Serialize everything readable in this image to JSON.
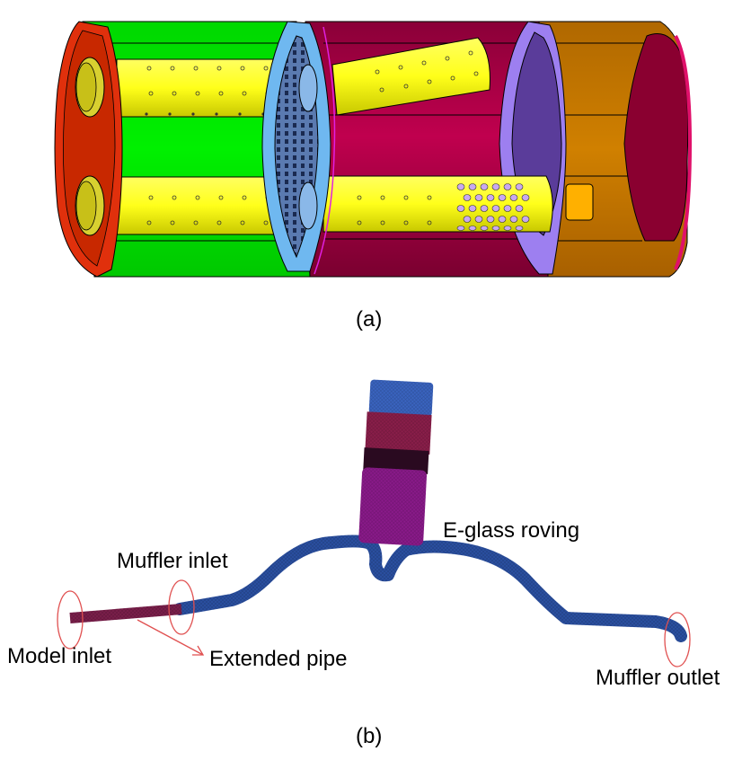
{
  "figure_a": {
    "caption": "(a)",
    "description": "Cutaway 3D CAD model of a three-chamber automotive muffler with perforated pipes",
    "colors": {
      "inlet_end_plate": "#e0300c",
      "chamber_1_shell": "#00e600",
      "baffle_1": "#6aa8e0",
      "chamber_2_shell": "#b0004a",
      "perforated_pipes": "#ffff1a",
      "baffle_2": "#9d7ff0",
      "baffle_2_face": "#5a3c9a",
      "chamber_3_shell": "#c87800",
      "outlet_end_plate": "#d8105a"
    }
  },
  "figure_b": {
    "caption": "(b)",
    "description": "Finite element mesh model of the exhaust system with muffler",
    "labels": {
      "model_inlet": "Model inlet",
      "muffler_inlet": "Muffler inlet",
      "extended_pipe": "Extended pipe",
      "e_glass_roving": "E-glass roving",
      "muffler_outlet": "Muffler outlet"
    },
    "colors": {
      "pipe_mesh": "#2a4fa0",
      "extended_pipe_mesh": "#7a1e4a",
      "roving_upper": "#8a1e4a",
      "roving_lower": "#8a1a8a",
      "annotation": "#e05050"
    }
  }
}
